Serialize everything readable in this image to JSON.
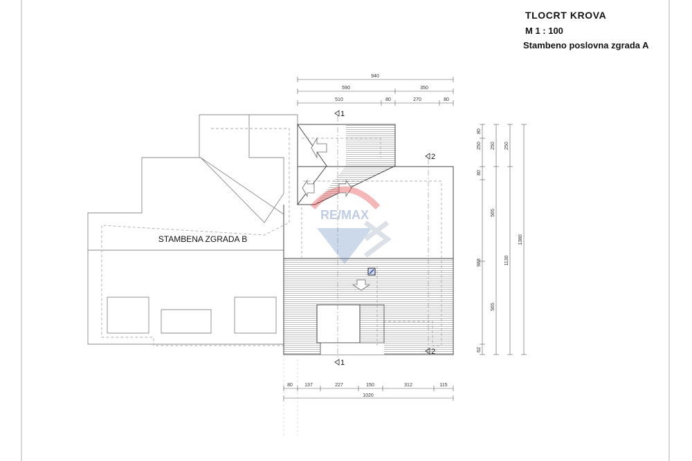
{
  "title": {
    "line1": "TLOCRT  KROVA",
    "line2": "M 1 : 100",
    "line3": "Stambeno poslovna zgrada A"
  },
  "labels": {
    "building_b": "STAMBENA ZGRADA B",
    "watermark": "RE/MAX"
  },
  "sections": {
    "s1_top": "1",
    "s1_bottom": "1",
    "s2_top": "2",
    "s2_bottom": "2"
  },
  "dims_top": {
    "overall": "940",
    "row2": [
      "590",
      "350"
    ],
    "row3": [
      "510",
      "80",
      "270",
      "80"
    ]
  },
  "dims_bottom": {
    "row1": [
      "80",
      "137",
      "227",
      "150",
      "312",
      "115"
    ],
    "overall": "1020"
  },
  "dims_right": {
    "col1": [
      "80",
      "250",
      "80",
      "565",
      "565",
      "62"
    ],
    "col1_mid": "988",
    "col2": [
      "250",
      "1130"
    ],
    "col3": [
      "250",
      "1380"
    ]
  }
}
